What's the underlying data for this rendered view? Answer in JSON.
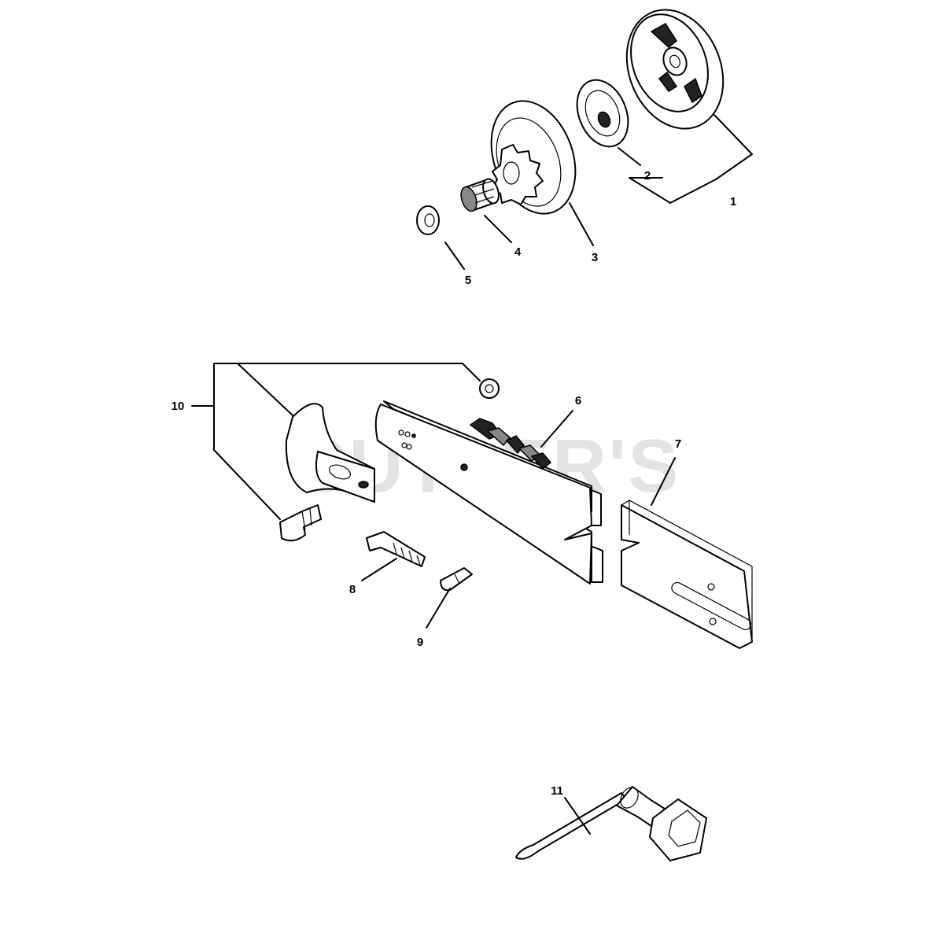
{
  "watermark": "CUTLER'S",
  "callouts": {
    "part_1": "1",
    "part_2": "2",
    "part_3": "3",
    "part_4": "4",
    "part_5": "5",
    "part_6": "6",
    "part_7": "7",
    "part_8": "8",
    "part_9": "9",
    "part_10": "10",
    "part_11": "11"
  }
}
